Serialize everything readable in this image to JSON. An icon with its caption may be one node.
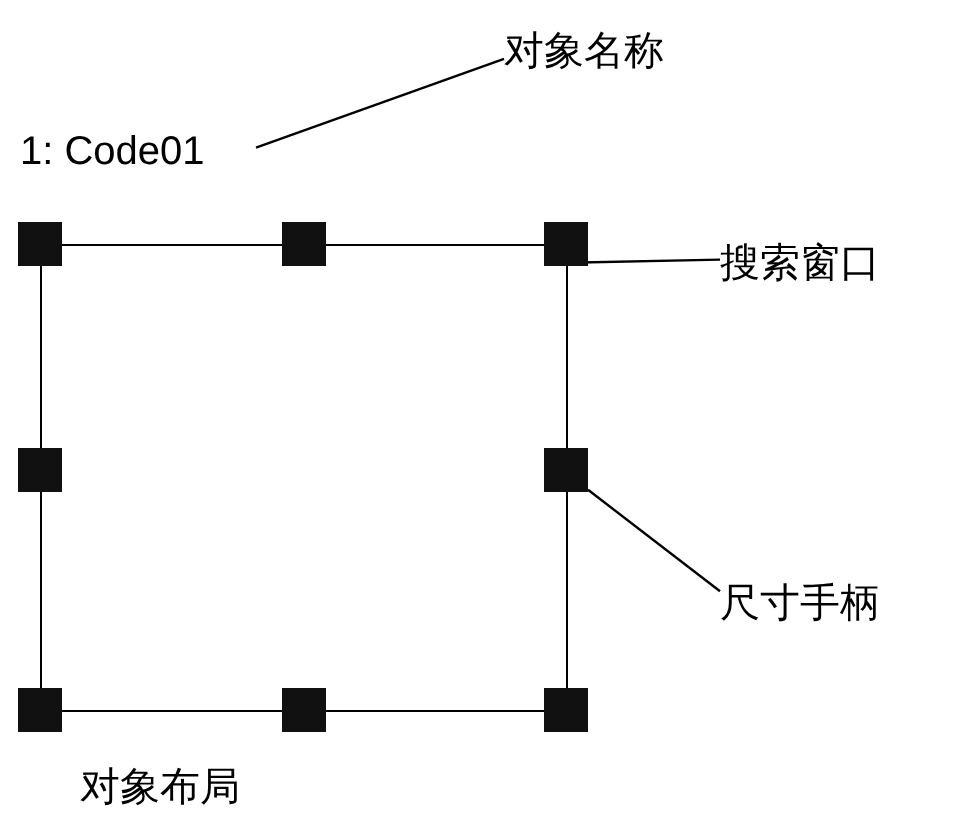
{
  "diagram": {
    "caption": "对象布局",
    "nodes": [
      {
        "text": [
          "对象名称"
        ]
      },
      {
        "text": [
          "1: Code01"
        ]
      },
      {
        "text": [
          "搜索窗口"
        ]
      },
      {
        "text": [],
        "shape": "box"
      },
      {
        "text": [
          "尺寸手柄"
        ]
      },
      {
        "text": [],
        "shape": "box"
      },
      {
        "text": [],
        "shape": "box"
      },
      {
        "text": [],
        "shape": "box"
      },
      {
        "text": [],
        "shape": "box"
      },
      {
        "text": [],
        "shape": "box"
      },
      {
        "text": [],
        "shape": "box"
      },
      {
        "text": [],
        "shape": "box"
      },
      {
        "text": [],
        "shape": "box"
      }
    ],
    "edges": [
      {
        "from": 0,
        "to": 1,
        "arrow": "none"
      },
      {
        "from": 2,
        "to": 3,
        "arrow": "none"
      },
      {
        "from": 4,
        "to": 9,
        "arrow": "none"
      }
    ]
  }
}
